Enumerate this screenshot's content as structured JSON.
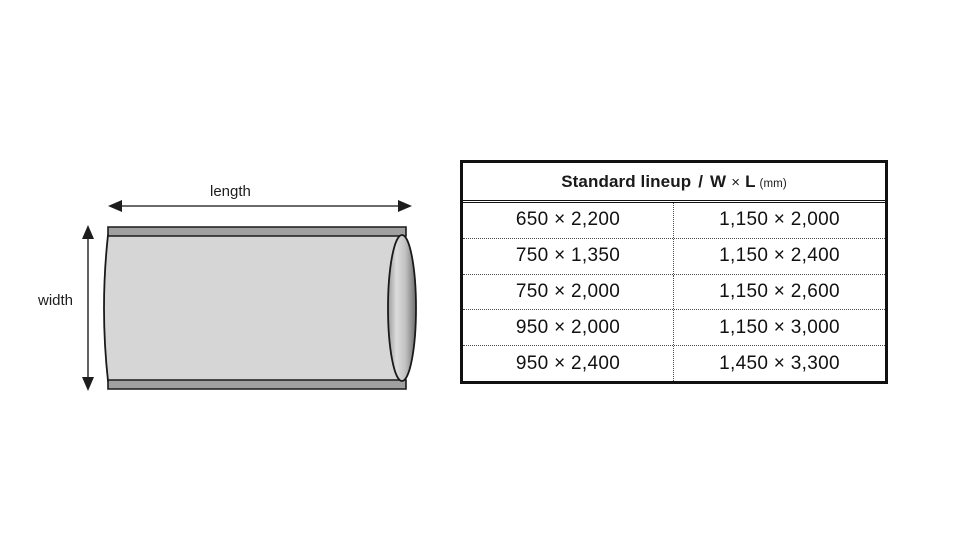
{
  "diagram": {
    "length_label": "length",
    "width_label": "width",
    "body_fill": "#d6d6d6",
    "strip_fill": "#a0a0a0",
    "outline": "#1a1a1a",
    "cap_light": "#dedede",
    "cap_dark": "#6d6d6d"
  },
  "table": {
    "header": {
      "title": "Standard lineup",
      "separator": "/",
      "w": "W",
      "times": "×",
      "l": "L",
      "unit": "(mm)"
    },
    "rows": [
      {
        "left": "650 × 2,200",
        "right": "1,150 × 2,000"
      },
      {
        "left": "750 × 1,350",
        "right": "1,150 × 2,400"
      },
      {
        "left": "750 × 2,000",
        "right": "1,150 × 2,600"
      },
      {
        "left": "950 × 2,000",
        "right": "1,150 × 3,000"
      },
      {
        "left": "950 × 2,400",
        "right": "1,450 × 3,300"
      }
    ]
  }
}
